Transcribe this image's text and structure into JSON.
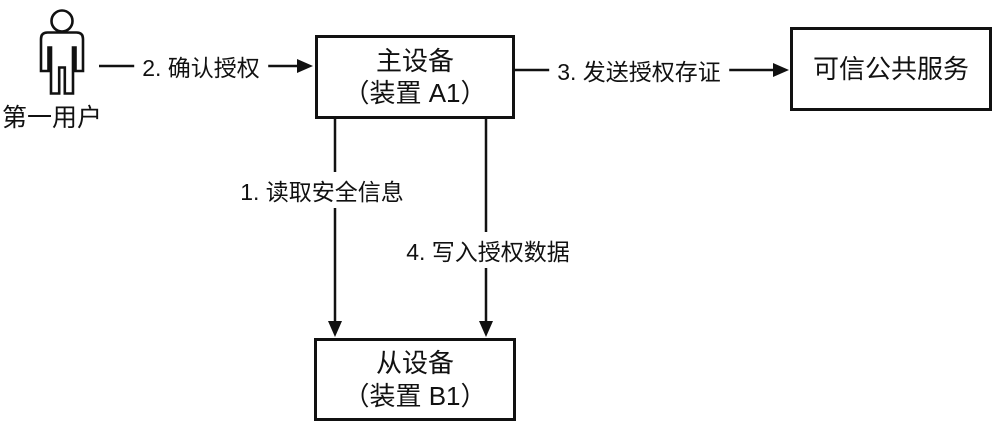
{
  "diagram": {
    "background": "#ffffff",
    "stroke_color": "#111111",
    "actor": {
      "icon": "person-icon",
      "label": "第一用户"
    },
    "nodes": {
      "master_device": {
        "line1": "主设备",
        "line2": "（装置 A1）"
      },
      "trusted_service": {
        "label": "可信公共服务"
      },
      "slave_device": {
        "line1": "从设备",
        "line2": "（装置 B1）"
      }
    },
    "edges": {
      "read_security_info": {
        "label": "1. 读取安全信息",
        "from": "master_device",
        "to": "slave_device"
      },
      "confirm_authorization": {
        "label": "2. 确认授权",
        "from": "actor",
        "to": "master_device"
      },
      "send_authorization_certificate": {
        "label": "3. 发送授权存证",
        "from": "master_device",
        "to": "trusted_service"
      },
      "write_authorization_data": {
        "label": "4. 写入授权数据",
        "from": "master_device",
        "to": "slave_device"
      }
    }
  }
}
